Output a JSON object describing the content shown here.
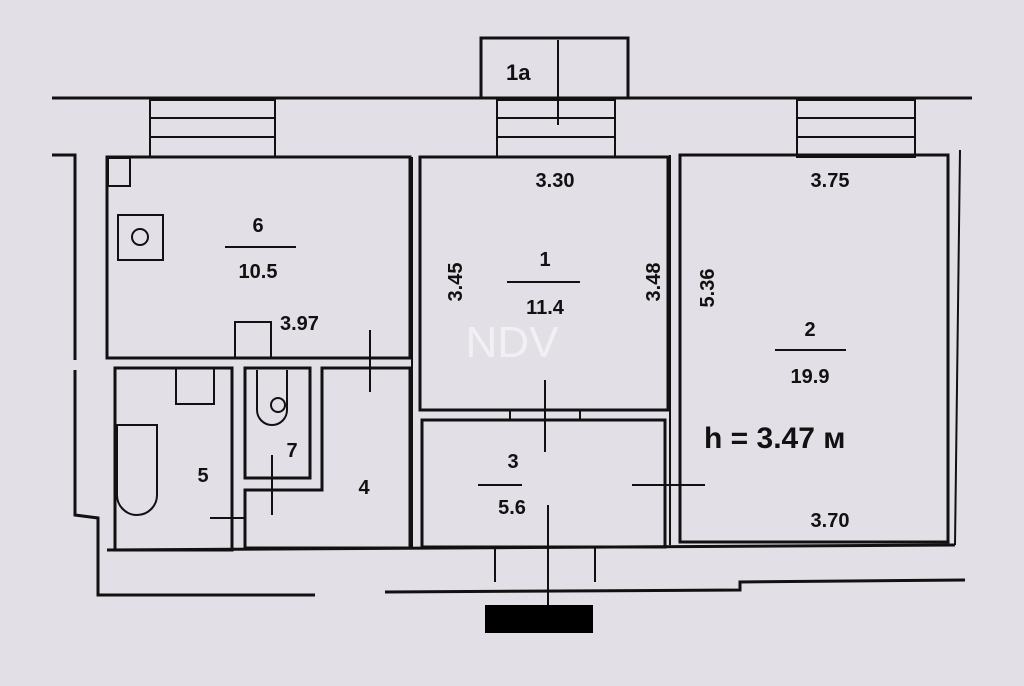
{
  "plan": {
    "balcony_label": "1а",
    "ceiling_height": "h = 3.47 м",
    "watermark": "NDV",
    "rooms": [
      {
        "number": "6",
        "area": "10.5"
      },
      {
        "number": "1",
        "area": "11.4"
      },
      {
        "number": "2",
        "area": "19.9"
      },
      {
        "number": "3",
        "area": "5.6"
      },
      {
        "number": "4"
      },
      {
        "number": "5"
      },
      {
        "number": "7"
      }
    ],
    "dimensions": {
      "room6_width": "3.97",
      "room1_width": "3.30",
      "room1_left": "3.45",
      "room1_right": "3.48",
      "room2_top": "3.75",
      "room2_bottom": "3.70",
      "room2_left": "5.36"
    }
  }
}
